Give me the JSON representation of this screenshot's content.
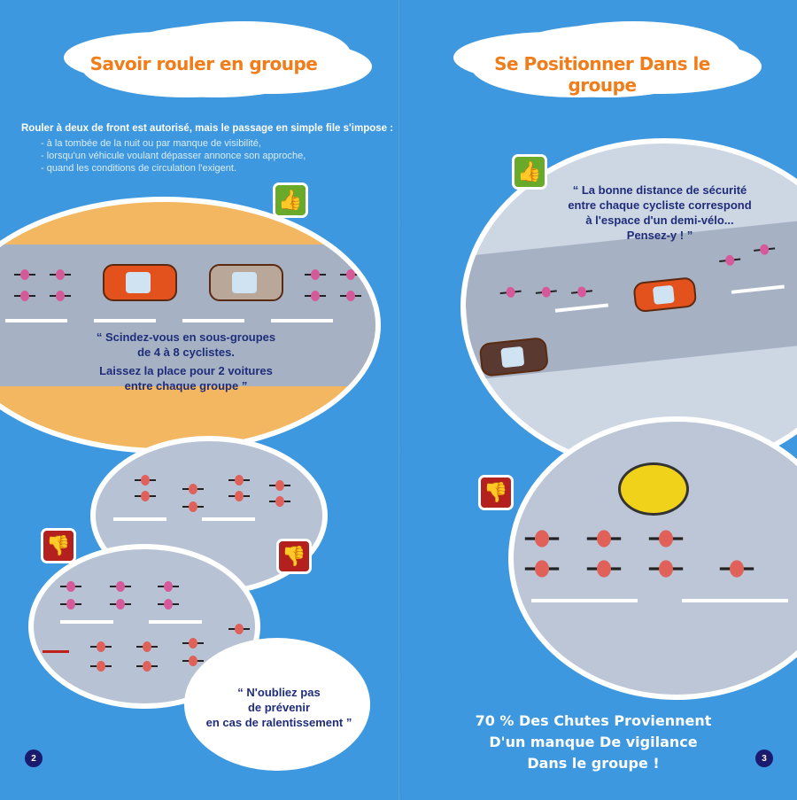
{
  "left_page": {
    "title": "Savoir rouler en groupe",
    "intro": "Rouler à deux de front est autorisé, mais le passage en simple file s'impose :",
    "conditions": [
      "- à la tombée de la nuit ou par manque de visibilité,",
      "- lorsqu'un véhicule voulant dépasser annonce son approche,",
      "- quand les conditions de circulation l'exigent."
    ],
    "quote1": [
      "“ Scindez-vous en sous-groupes",
      "de 4 à 8 cyclistes.",
      "Laissez la place pour 2 voitures",
      "entre chaque groupe ”"
    ],
    "quote2": [
      "“ N'oubliez pas",
      "de prévenir",
      "en cas de ralentissement ”"
    ],
    "page_number": "2"
  },
  "right_page": {
    "title": "Se Positionner Dans le groupe",
    "quote": [
      "“ La bonne distance de sécurité",
      "entre chaque cycliste correspond",
      "à l'espace d'un demi-vélo...",
      "Pensez-y ! ”"
    ],
    "stat": [
      "70 % Des Chutes Proviennent",
      "D'un manque De vigilance",
      "Dans le groupe !"
    ],
    "page_number": "3"
  },
  "icons": {
    "thumb_up": "👍",
    "thumb_down": "👎"
  }
}
